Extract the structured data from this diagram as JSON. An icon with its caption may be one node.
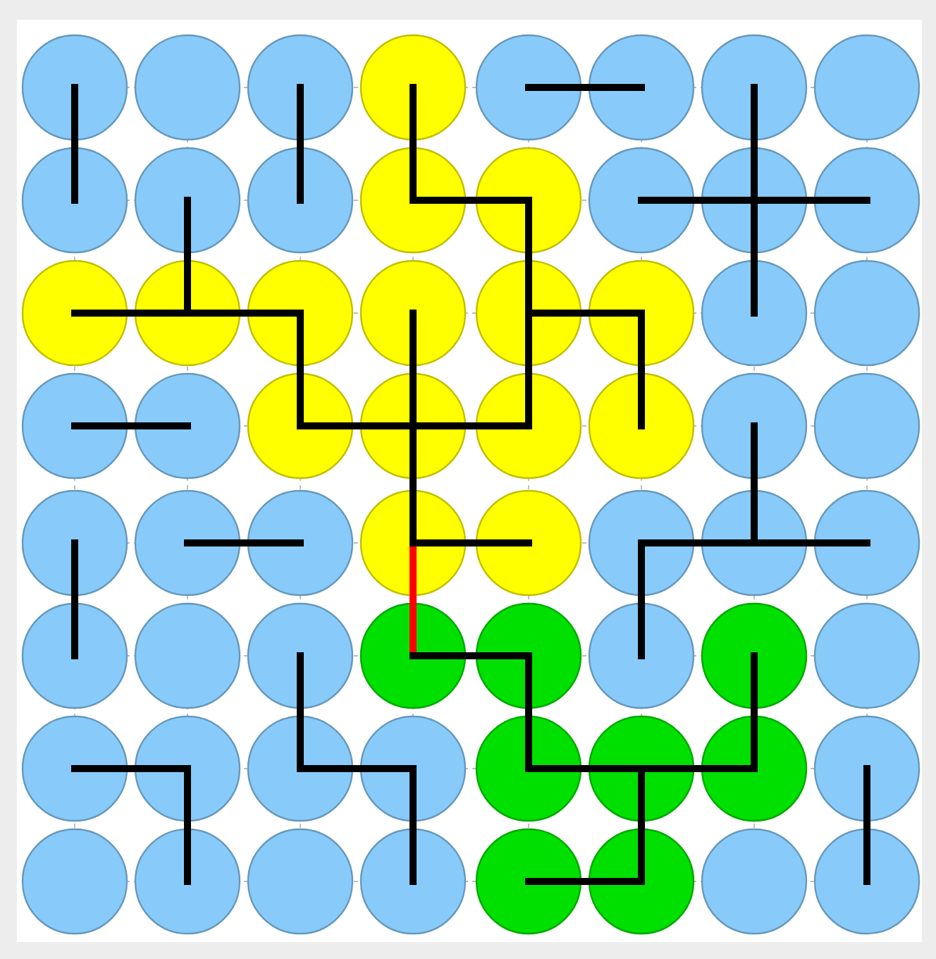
{
  "diagram": {
    "nodes": [
      {
        "text": [],
        "shape": "circle"
      },
      {
        "text": [],
        "shape": "circle"
      },
      {
        "text": [],
        "shape": "circle"
      },
      {
        "text": [],
        "shape": "circle"
      },
      {
        "text": [],
        "shape": "circle"
      },
      {
        "text": [],
        "shape": "circle"
      },
      {
        "text": [],
        "shape": "circle"
      },
      {
        "text": [],
        "shape": "circle"
      },
      {
        "text": [],
        "shape": "circle"
      },
      {
        "text": [],
        "shape": "circle"
      },
      {
        "text": [],
        "shape": "circle"
      },
      {
        "text": [],
        "shape": "circle"
      },
      {
        "text": [],
        "shape": "circle"
      },
      {
        "text": [],
        "shape": "circle"
      },
      {
        "text": [],
        "shape": "circle"
      },
      {
        "text": [],
        "shape": "circle"
      },
      {
        "text": [],
        "shape": "circle"
      },
      {
        "text": [],
        "shape": "circle"
      },
      {
        "text": [],
        "shape": "circle"
      },
      {
        "text": [],
        "shape": "circle"
      },
      {
        "text": [],
        "shape": "circle"
      },
      {
        "text": [],
        "shape": "circle"
      },
      {
        "text": [],
        "shape": "circle"
      },
      {
        "text": [],
        "shape": "circle"
      },
      {
        "text": [],
        "shape": "circle"
      },
      {
        "text": [],
        "shape": "circle"
      },
      {
        "text": [],
        "shape": "circle"
      },
      {
        "text": [],
        "shape": "circle"
      },
      {
        "text": [],
        "shape": "circle"
      },
      {
        "text": [],
        "shape": "circle"
      },
      {
        "text": [],
        "shape": "circle"
      },
      {
        "text": [],
        "shape": "circle"
      },
      {
        "text": [],
        "shape": "circle"
      },
      {
        "text": [],
        "shape": "circle"
      },
      {
        "text": [],
        "shape": "circle"
      },
      {
        "text": [],
        "shape": "circle"
      },
      {
        "text": [],
        "shape": "circle"
      },
      {
        "text": [],
        "shape": "circle"
      },
      {
        "text": [],
        "shape": "circle"
      },
      {
        "text": [],
        "shape": "circle"
      },
      {
        "text": [],
        "shape": "circle"
      },
      {
        "text": [],
        "shape": "circle"
      },
      {
        "text": [],
        "shape": "circle"
      },
      {
        "text": [],
        "shape": "circle"
      },
      {
        "text": [],
        "shape": "circle"
      },
      {
        "text": [],
        "shape": "circle"
      },
      {
        "text": [],
        "shape": "circle"
      },
      {
        "text": [],
        "shape": "circle"
      },
      {
        "text": [],
        "shape": "circle"
      },
      {
        "text": [],
        "shape": "circle"
      },
      {
        "text": [],
        "shape": "circle"
      },
      {
        "text": [],
        "shape": "circle"
      },
      {
        "text": [],
        "shape": "circle"
      },
      {
        "text": [],
        "shape": "circle"
      },
      {
        "text": [],
        "shape": "circle"
      },
      {
        "text": [],
        "shape": "circle"
      },
      {
        "text": [],
        "shape": "circle"
      },
      {
        "text": [],
        "shape": "circle"
      },
      {
        "text": [],
        "shape": "circle"
      },
      {
        "text": [],
        "shape": "circle"
      },
      {
        "text": [],
        "shape": "circle"
      },
      {
        "text": [],
        "shape": "circle"
      },
      {
        "text": [],
        "shape": "circle"
      },
      {
        "text": [],
        "shape": "circle"
      }
    ],
    "edges": [
      {
        "from": 0,
        "to": 8,
        "arrow": "none"
      },
      {
        "from": 2,
        "to": 10,
        "arrow": "none"
      },
      {
        "from": 3,
        "to": 11,
        "arrow": "none"
      },
      {
        "from": 11,
        "to": 12,
        "arrow": "none"
      },
      {
        "from": 12,
        "to": 20,
        "arrow": "none"
      },
      {
        "from": 20,
        "to": 28,
        "arrow": "none"
      },
      {
        "from": 4,
        "to": 5,
        "arrow": "none"
      },
      {
        "from": 6,
        "to": 14,
        "arrow": "none"
      },
      {
        "from": 14,
        "to": 22,
        "arrow": "none"
      },
      {
        "from": 13,
        "to": 14,
        "arrow": "none"
      },
      {
        "from": 14,
        "to": 15,
        "arrow": "none"
      },
      {
        "from": 9,
        "to": 17,
        "arrow": "none"
      },
      {
        "from": 16,
        "to": 17,
        "arrow": "none"
      },
      {
        "from": 17,
        "to": 18,
        "arrow": "none"
      },
      {
        "from": 18,
        "to": 26,
        "arrow": "none"
      },
      {
        "from": 26,
        "to": 27,
        "arrow": "none"
      },
      {
        "from": 27,
        "to": 28,
        "arrow": "none"
      },
      {
        "from": 19,
        "to": 27,
        "arrow": "none"
      },
      {
        "from": 27,
        "to": 35,
        "arrow": "none"
      },
      {
        "from": 35,
        "to": 43,
        "arrow": "none",
        "color": "#ff0000"
      },
      {
        "from": 20,
        "to": 21,
        "arrow": "none"
      },
      {
        "from": 21,
        "to": 29,
        "arrow": "none"
      },
      {
        "from": 24,
        "to": 25,
        "arrow": "none"
      },
      {
        "from": 33,
        "to": 34,
        "arrow": "none"
      },
      {
        "from": 35,
        "to": 36,
        "arrow": "none"
      },
      {
        "from": 32,
        "to": 40,
        "arrow": "none"
      },
      {
        "from": 30,
        "to": 38,
        "arrow": "none"
      },
      {
        "from": 37,
        "to": 38,
        "arrow": "none"
      },
      {
        "from": 38,
        "to": 39,
        "arrow": "none"
      },
      {
        "from": 37,
        "to": 45,
        "arrow": "none"
      },
      {
        "from": 43,
        "to": 44,
        "arrow": "none"
      },
      {
        "from": 44,
        "to": 52,
        "arrow": "none"
      },
      {
        "from": 52,
        "to": 53,
        "arrow": "none"
      },
      {
        "from": 53,
        "to": 54,
        "arrow": "none"
      },
      {
        "from": 46,
        "to": 54,
        "arrow": "none"
      },
      {
        "from": 53,
        "to": 61,
        "arrow": "none"
      },
      {
        "from": 60,
        "to": 61,
        "arrow": "none"
      },
      {
        "from": 42,
        "to": 50,
        "arrow": "none"
      },
      {
        "from": 50,
        "to": 51,
        "arrow": "none"
      },
      {
        "from": 51,
        "to": 59,
        "arrow": "none"
      },
      {
        "from": 48,
        "to": 49,
        "arrow": "none"
      },
      {
        "from": 49,
        "to": 57,
        "arrow": "none"
      },
      {
        "from": 55,
        "to": 63,
        "arrow": "none"
      }
    ]
  }
}
